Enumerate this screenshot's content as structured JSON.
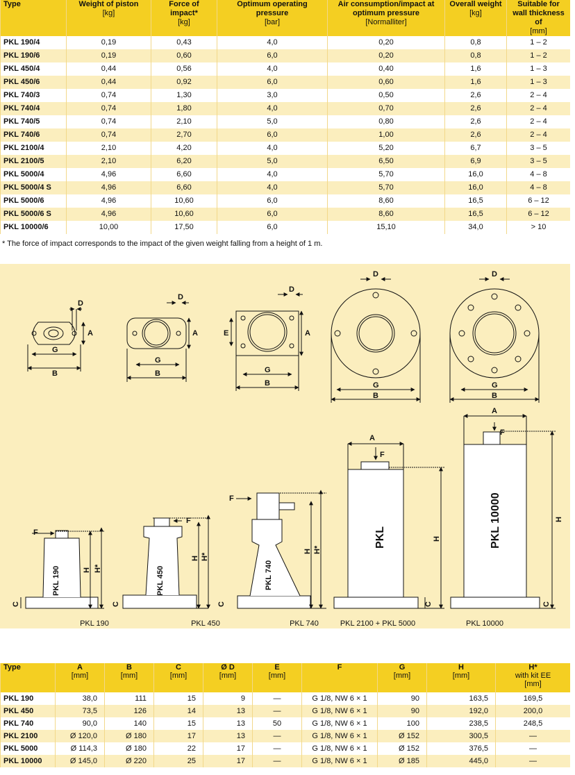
{
  "table1": {
    "headers": [
      {
        "title": "Type",
        "unit": ""
      },
      {
        "title": "Weight of piston",
        "unit": "[kg]"
      },
      {
        "title": "Force of impact*",
        "unit": "[kg]"
      },
      {
        "title": "Optimum operating pressure",
        "unit": "[bar]"
      },
      {
        "title": "Air consumption/impact at optimum pressure",
        "unit": "[Normalliter]"
      },
      {
        "title": "Overall weight",
        "unit": "[kg]"
      },
      {
        "title": "Suitable for wall thickness of",
        "unit": "[mm]"
      }
    ],
    "rows": [
      [
        "PKL 190/4",
        "0,19",
        "0,43",
        "4,0",
        "0,20",
        "0,8",
        "1 – 2"
      ],
      [
        "PKL 190/6",
        "0,19",
        "0,60",
        "6,0",
        "0,20",
        "0,8",
        "1 – 2"
      ],
      [
        "PKL 450/4",
        "0,44",
        "0,56",
        "4,0",
        "0,40",
        "1,6",
        "1 – 3"
      ],
      [
        "PKL 450/6",
        "0,44",
        "0,92",
        "6,0",
        "0,60",
        "1,6",
        "1 – 3"
      ],
      [
        "PKL 740/3",
        "0,74",
        "1,30",
        "3,0",
        "0,50",
        "2,6",
        "2 – 4"
      ],
      [
        "PKL 740/4",
        "0,74",
        "1,80",
        "4,0",
        "0,70",
        "2,6",
        "2 – 4"
      ],
      [
        "PKL 740/5",
        "0,74",
        "2,10",
        "5,0",
        "0,80",
        "2,6",
        "2 – 4"
      ],
      [
        "PKL 740/6",
        "0,74",
        "2,70",
        "6,0",
        "1,00",
        "2,6",
        "2 – 4"
      ],
      [
        "PKL 2100/4",
        "2,10",
        "4,20",
        "4,0",
        "5,20",
        "6,7",
        "3 – 5"
      ],
      [
        "PKL 2100/5",
        "2,10",
        "6,20",
        "5,0",
        "6,50",
        "6,9",
        "3 – 5"
      ],
      [
        "PKL 5000/4",
        "4,96",
        "6,60",
        "4,0",
        "5,70",
        "16,0",
        "4 – 8"
      ],
      [
        "PKL 5000/4 S",
        "4,96",
        "6,60",
        "4,0",
        "5,70",
        "16,0",
        "4 – 8"
      ],
      [
        "PKL 5000/6",
        "4,96",
        "10,60",
        "6,0",
        "8,60",
        "16,5",
        "6 – 12"
      ],
      [
        "PKL 5000/6 S",
        "4,96",
        "10,60",
        "6,0",
        "8,60",
        "16,5",
        "6 – 12"
      ],
      [
        "PKL 10000/6",
        "10,00",
        "17,50",
        "6,0",
        "15,10",
        "34,0",
        "> 10"
      ]
    ],
    "footnote": "* The force of impact corresponds to the impact of the given weight falling from a height of 1 m."
  },
  "drawing": {
    "dim_labels": {
      "A": "A",
      "B": "B",
      "C": "C",
      "D": "D",
      "E": "E",
      "F": "F",
      "G": "G",
      "H": "H",
      "Hs": "H*"
    },
    "captions": [
      "PKL 190",
      "PKL 450",
      "PKL 740",
      "PKL 2100 + PKL 5000",
      "PKL 10000"
    ],
    "body_texts": [
      "PKL 190",
      "PKL 450",
      "PKL 740",
      "PKL",
      "PKL 10000"
    ],
    "colors": {
      "panel_bg": "#fbeebe",
      "header_bg": "#f4cf22",
      "line": "#111111"
    }
  },
  "table2": {
    "headers": [
      {
        "title": "Type",
        "unit": "",
        "extra": ""
      },
      {
        "title": "A",
        "unit": "[mm]",
        "extra": ""
      },
      {
        "title": "B",
        "unit": "[mm]",
        "extra": ""
      },
      {
        "title": "C",
        "unit": "[mm]",
        "extra": ""
      },
      {
        "title": "Ø D",
        "unit": "[mm]",
        "extra": ""
      },
      {
        "title": "E",
        "unit": "[mm]",
        "extra": ""
      },
      {
        "title": "F",
        "unit": "",
        "extra": ""
      },
      {
        "title": "G",
        "unit": "[mm]",
        "extra": ""
      },
      {
        "title": "H",
        "unit": "[mm]",
        "extra": ""
      },
      {
        "title": "H*",
        "unit": "[mm]",
        "extra": "with kit EE"
      }
    ],
    "rows": [
      [
        "PKL 190",
        "38,0",
        "111",
        "15",
        "9",
        "—",
        "G 1/8, NW 6 × 1",
        "90",
        "163,5",
        "169,5"
      ],
      [
        "PKL 450",
        "73,5",
        "126",
        "14",
        "13",
        "—",
        "G 1/8, NW 6 × 1",
        "90",
        "192,0",
        "200,0"
      ],
      [
        "PKL 740",
        "90,0",
        "140",
        "15",
        "13",
        "50",
        "G 1/8, NW 6 × 1",
        "100",
        "238,5",
        "248,5"
      ],
      [
        "PKL 2100",
        "Ø 120,0",
        "Ø 180",
        "17",
        "13",
        "—",
        "G 1/8, NW 6 × 1",
        "Ø 152",
        "300,5",
        "—"
      ],
      [
        "PKL 5000",
        "Ø 114,3",
        "Ø 180",
        "22",
        "17",
        "—",
        "G 1/8, NW 6 × 1",
        "Ø 152",
        "376,5",
        "—"
      ],
      [
        "PKL 10000",
        "Ø 145,0",
        "Ø 220",
        "25",
        "17",
        "—",
        "G 1/8, NW 6 × 1",
        "Ø 185",
        "445,0",
        "—"
      ]
    ]
  }
}
